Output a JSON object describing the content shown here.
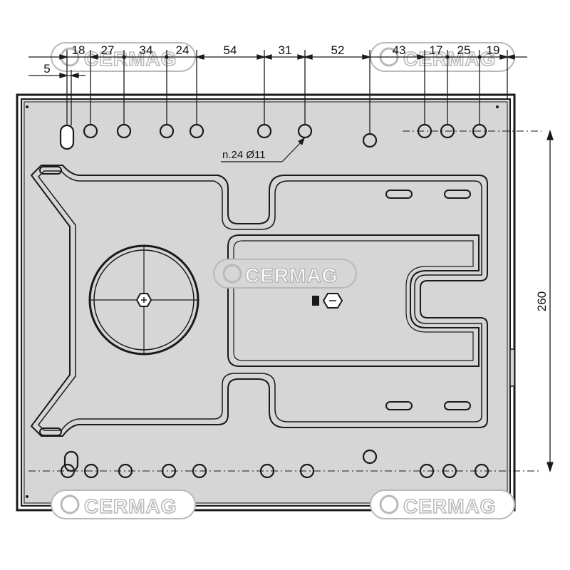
{
  "colors": {
    "plate_fill": "#d6d6d6",
    "outline": "#1a1a1a",
    "watermark": "#b9b9b9",
    "paper": "#ffffff"
  },
  "dimensions_top": {
    "left_group": [
      "18",
      "27",
      "34",
      "24"
    ],
    "middle_group": [
      "54",
      "31",
      "52"
    ],
    "right_group": [
      "43",
      "17",
      "25",
      "19"
    ],
    "offset": "5"
  },
  "dimension_right": "260",
  "hole_note": "n.24 Ø11",
  "watermark_text": "CERMAG"
}
